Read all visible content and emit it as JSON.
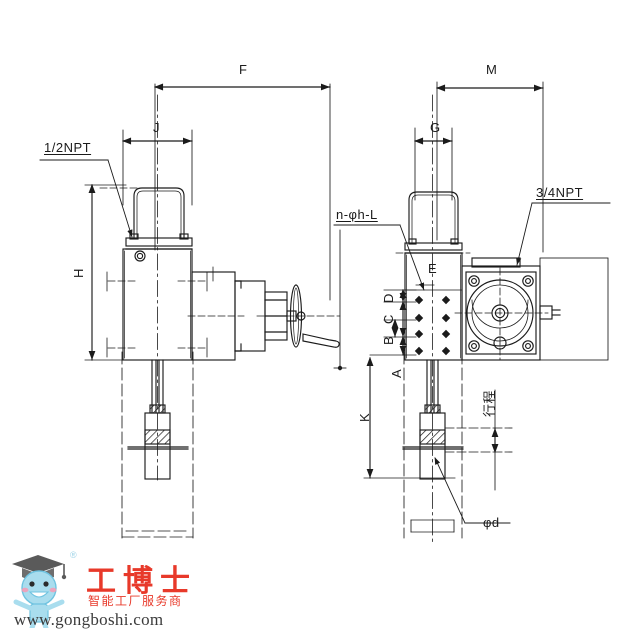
{
  "document": {
    "type": "engineering-drawing",
    "title": "Linear actuator valve outline dimension drawing",
    "views": [
      {
        "name": "front-view",
        "position": "left"
      },
      {
        "name": "side-view",
        "position": "right"
      }
    ],
    "line_color": "#1b1b1b",
    "background_color": "#ffffff"
  },
  "annotations": {
    "thread_top_left": "1/2NPT",
    "thread_right": "3/4NPT",
    "bolt_pattern": "n-φh-L",
    "shaft_dia": "φd",
    "stroke": "行程"
  },
  "dimensions": {
    "F": "F",
    "J": "J",
    "H": "H",
    "M": "M",
    "G": "G",
    "E": "E",
    "A": "A",
    "B": "B",
    "C": "C",
    "D": "D",
    "K": "K"
  },
  "watermark": {
    "brand_cn": "工博士",
    "tagline_cn": "智能工厂服务商",
    "url": "www.gongboshi.com",
    "registered_mark": "®",
    "brand_color": "#e8392a",
    "mascot_color": "#a9ddee"
  }
}
